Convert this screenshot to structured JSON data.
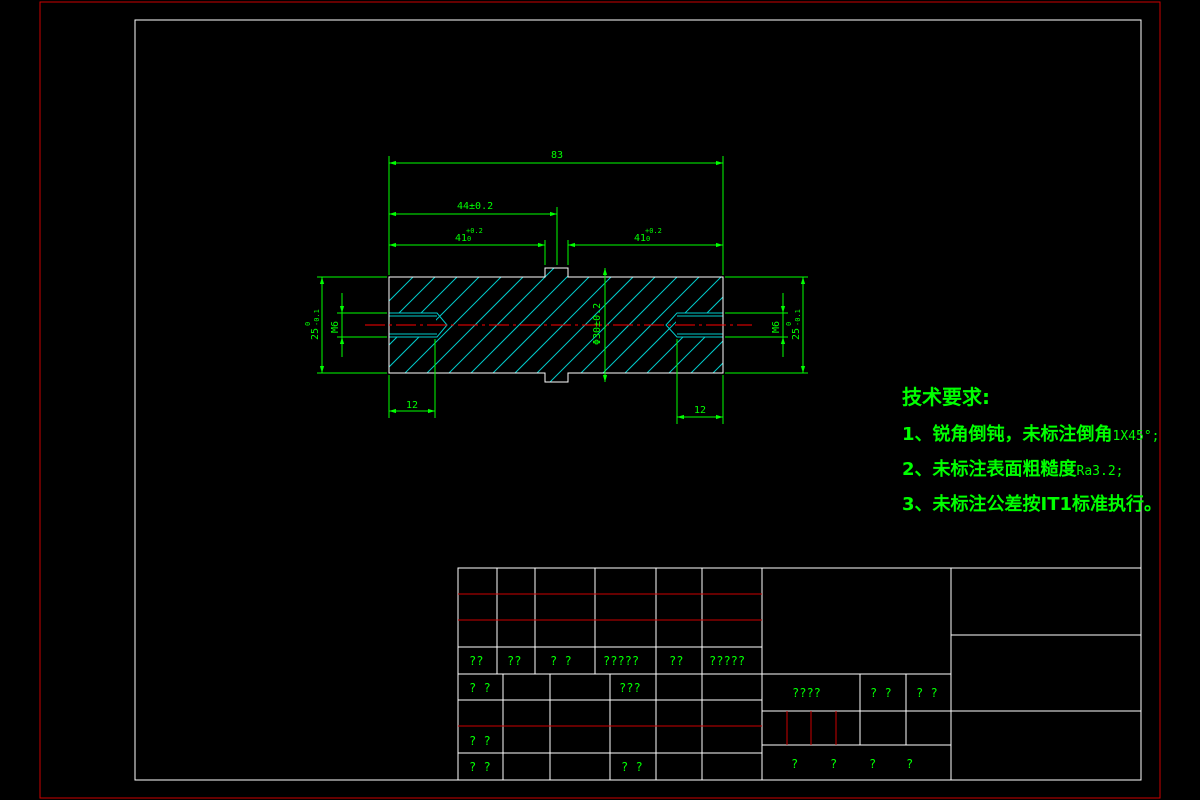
{
  "colors": {
    "background": "#000000",
    "outer_border": "#cc0000",
    "inner_border": "#ffffff",
    "dimension": "#00ff00",
    "hatch": "#00cccc",
    "centerline": "#ff0000",
    "part_outline": "#ffffff"
  },
  "dimensions": {
    "overall_length": "83",
    "left_to_shoulder": "44±0.2",
    "left_segment_base": "41",
    "left_segment_tol_upper": "+0.2",
    "left_segment_tol_lower": "0",
    "right_segment_base": "41",
    "right_segment_tol_upper": "+0.2",
    "right_segment_tol_lower": "0",
    "collar_diameter": "Φ30±0.2",
    "left_diameter_base": "25",
    "left_diameter_tol_upper": "0",
    "left_diameter_tol_lower": "-0.1",
    "right_diameter_base": "25",
    "right_diameter_tol_upper": "0",
    "right_diameter_tol_lower": "-0.1",
    "left_thread": "M6",
    "right_thread": "M6",
    "left_thread_depth": "12",
    "right_thread_depth": "12"
  },
  "tech_requirements": {
    "title": "技术要求:",
    "item1_main": "1、锐角倒钝，未标注倒角",
    "item1_sub": "1X45°;",
    "item2_main": "2、未标注表面粗糙度",
    "item2_sub": "Ra3.2;",
    "item3": "3、未标注公差按IT1标准执行。"
  },
  "title_block": {
    "header_row": [
      "??",
      "??",
      "? ?",
      "?????",
      "??",
      "?????"
    ],
    "row_a_col1": "? ?",
    "row_a_col4": "???",
    "row_b_col1": "? ?",
    "row_c_col1": "? ?",
    "row_c_col4": "? ?",
    "scale_label": "????",
    "qty_label": "? ?",
    "weight_label": "? ?",
    "bottom_marks": [
      "?",
      "?",
      "?",
      "?"
    ]
  }
}
